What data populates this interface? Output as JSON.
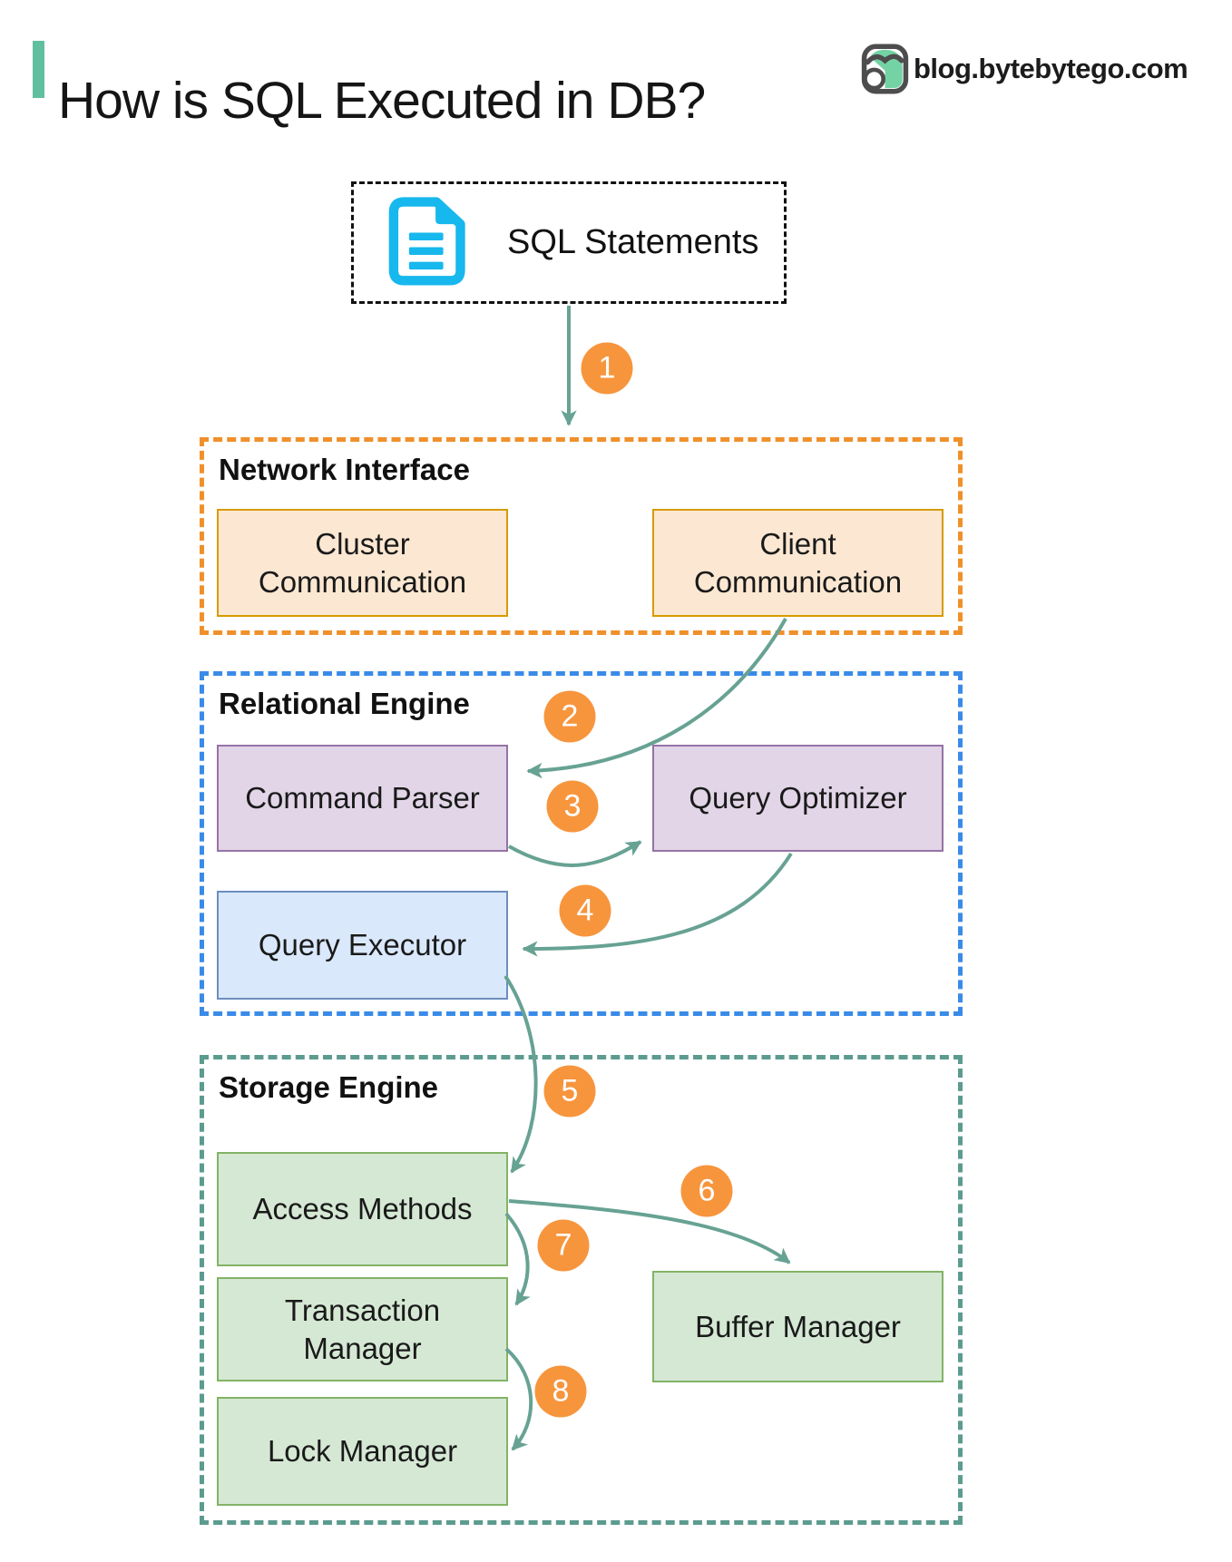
{
  "header": {
    "title": "How is SQL Executed in DB?",
    "site": "blog.bytebytego.com"
  },
  "colors": {
    "accent_green": "#5FBF9F",
    "arrow_teal": "#67A293",
    "badge_orange": "#F7953D",
    "network_border": "#F0902A",
    "relational_border": "#3A8BE8",
    "storage_border": "#5C9B8F",
    "doc_icon_cyan": "#17B8ED",
    "peach_fill": "#FCE8D2",
    "peach_border": "#D79B00",
    "purple_fill": "#E1D5E7",
    "purple_border": "#9673A6",
    "blue_fill": "#DAE8FC",
    "blue_border": "#6C8EBF",
    "green_fill": "#D5E8D4",
    "green_border": "#82B366"
  },
  "diagram": {
    "source": {
      "label": "SQL Statements",
      "icon": "document-icon"
    },
    "sections": [
      {
        "label": "Network Interface",
        "boxes": [
          {
            "label": "Cluster Communication"
          },
          {
            "label": "Client Communication"
          }
        ]
      },
      {
        "label": "Relational Engine",
        "boxes": [
          {
            "label": "Command Parser"
          },
          {
            "label": "Query Optimizer"
          },
          {
            "label": "Query Executor"
          }
        ]
      },
      {
        "label": "Storage Engine",
        "boxes": [
          {
            "label": "Access Methods"
          },
          {
            "label": "Transaction Manager"
          },
          {
            "label": "Buffer Manager"
          },
          {
            "label": "Lock Manager"
          }
        ]
      }
    ],
    "steps": [
      {
        "number": "1"
      },
      {
        "number": "2"
      },
      {
        "number": "3"
      },
      {
        "number": "4"
      },
      {
        "number": "5"
      },
      {
        "number": "6"
      },
      {
        "number": "7"
      },
      {
        "number": "8"
      }
    ]
  }
}
